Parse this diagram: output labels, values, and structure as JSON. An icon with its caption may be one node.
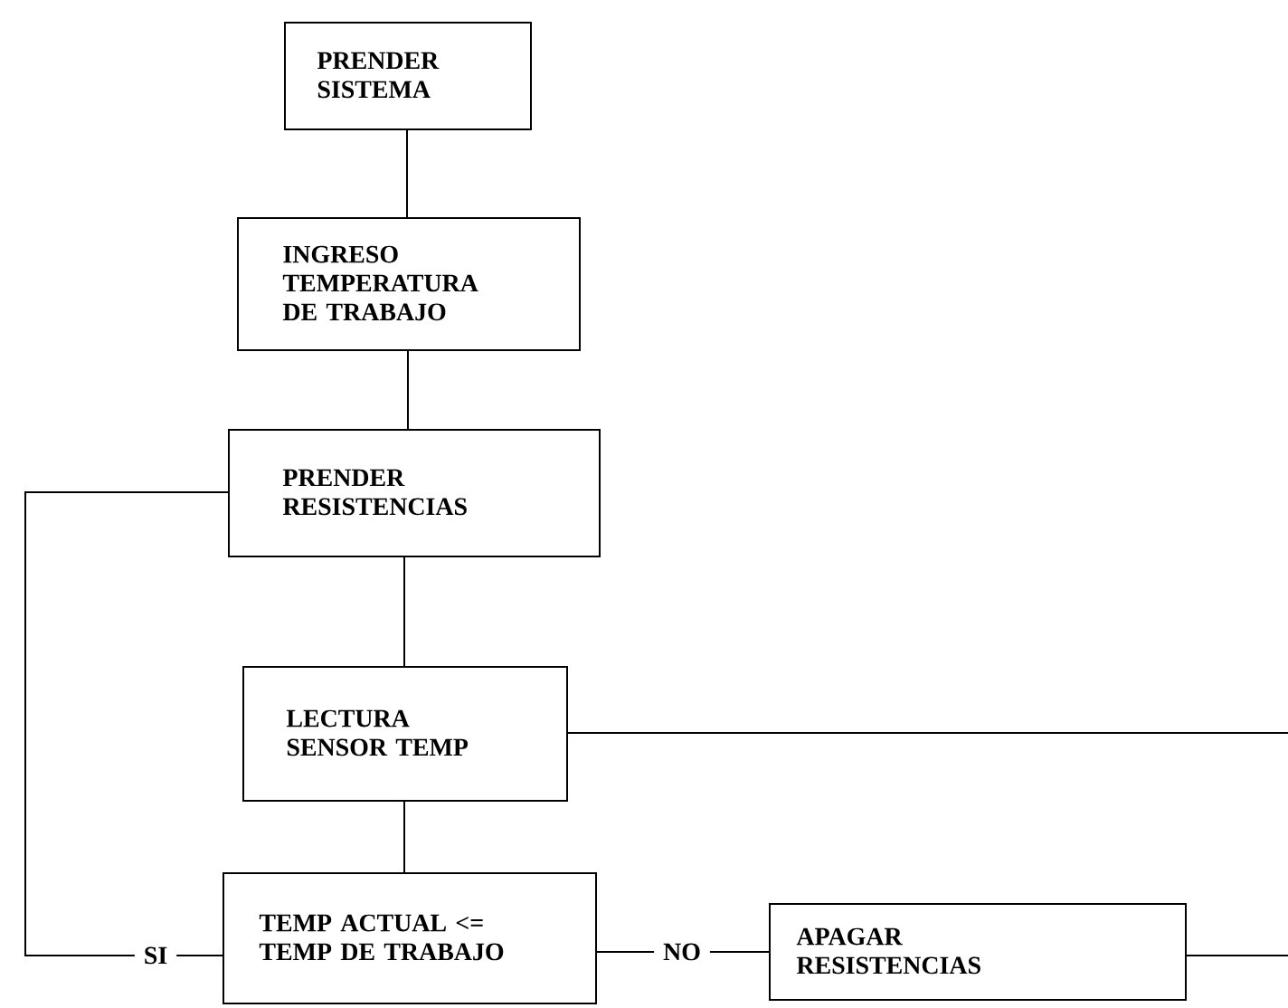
{
  "diagram": {
    "nodes": [
      {
        "text": [
          "PRENDER SISTEMA"
        ]
      },
      {
        "text": [
          "INGRESO TEMPERATURA DE TRABAJO"
        ]
      },
      {
        "text": [
          "PRENDER RESISTENCIAS"
        ]
      },
      {
        "text": [
          "LECTURA SENSOR TEMP"
        ]
      },
      {
        "text": [
          "TEMP ACTUAL <= TEMP DE TRABAJO"
        ]
      },
      {
        "text": [
          "APAGAR RESISTENCIAS"
        ]
      }
    ],
    "edges": [
      {
        "from": 0,
        "to": 1,
        "arrow": "none"
      },
      {
        "from": 1,
        "to": 2,
        "arrow": "none"
      },
      {
        "from": 2,
        "to": 3,
        "arrow": "none"
      },
      {
        "from": 3,
        "to": 4,
        "arrow": "none"
      },
      {
        "from": 4,
        "to": 5,
        "arrow": "none",
        "label": "NO"
      },
      {
        "from": 4,
        "to": 2,
        "arrow": "none",
        "label": "SI"
      },
      {
        "from": 3,
        "to": null,
        "arrow": "none"
      },
      {
        "from": 5,
        "to": null,
        "arrow": "none"
      }
    ]
  }
}
